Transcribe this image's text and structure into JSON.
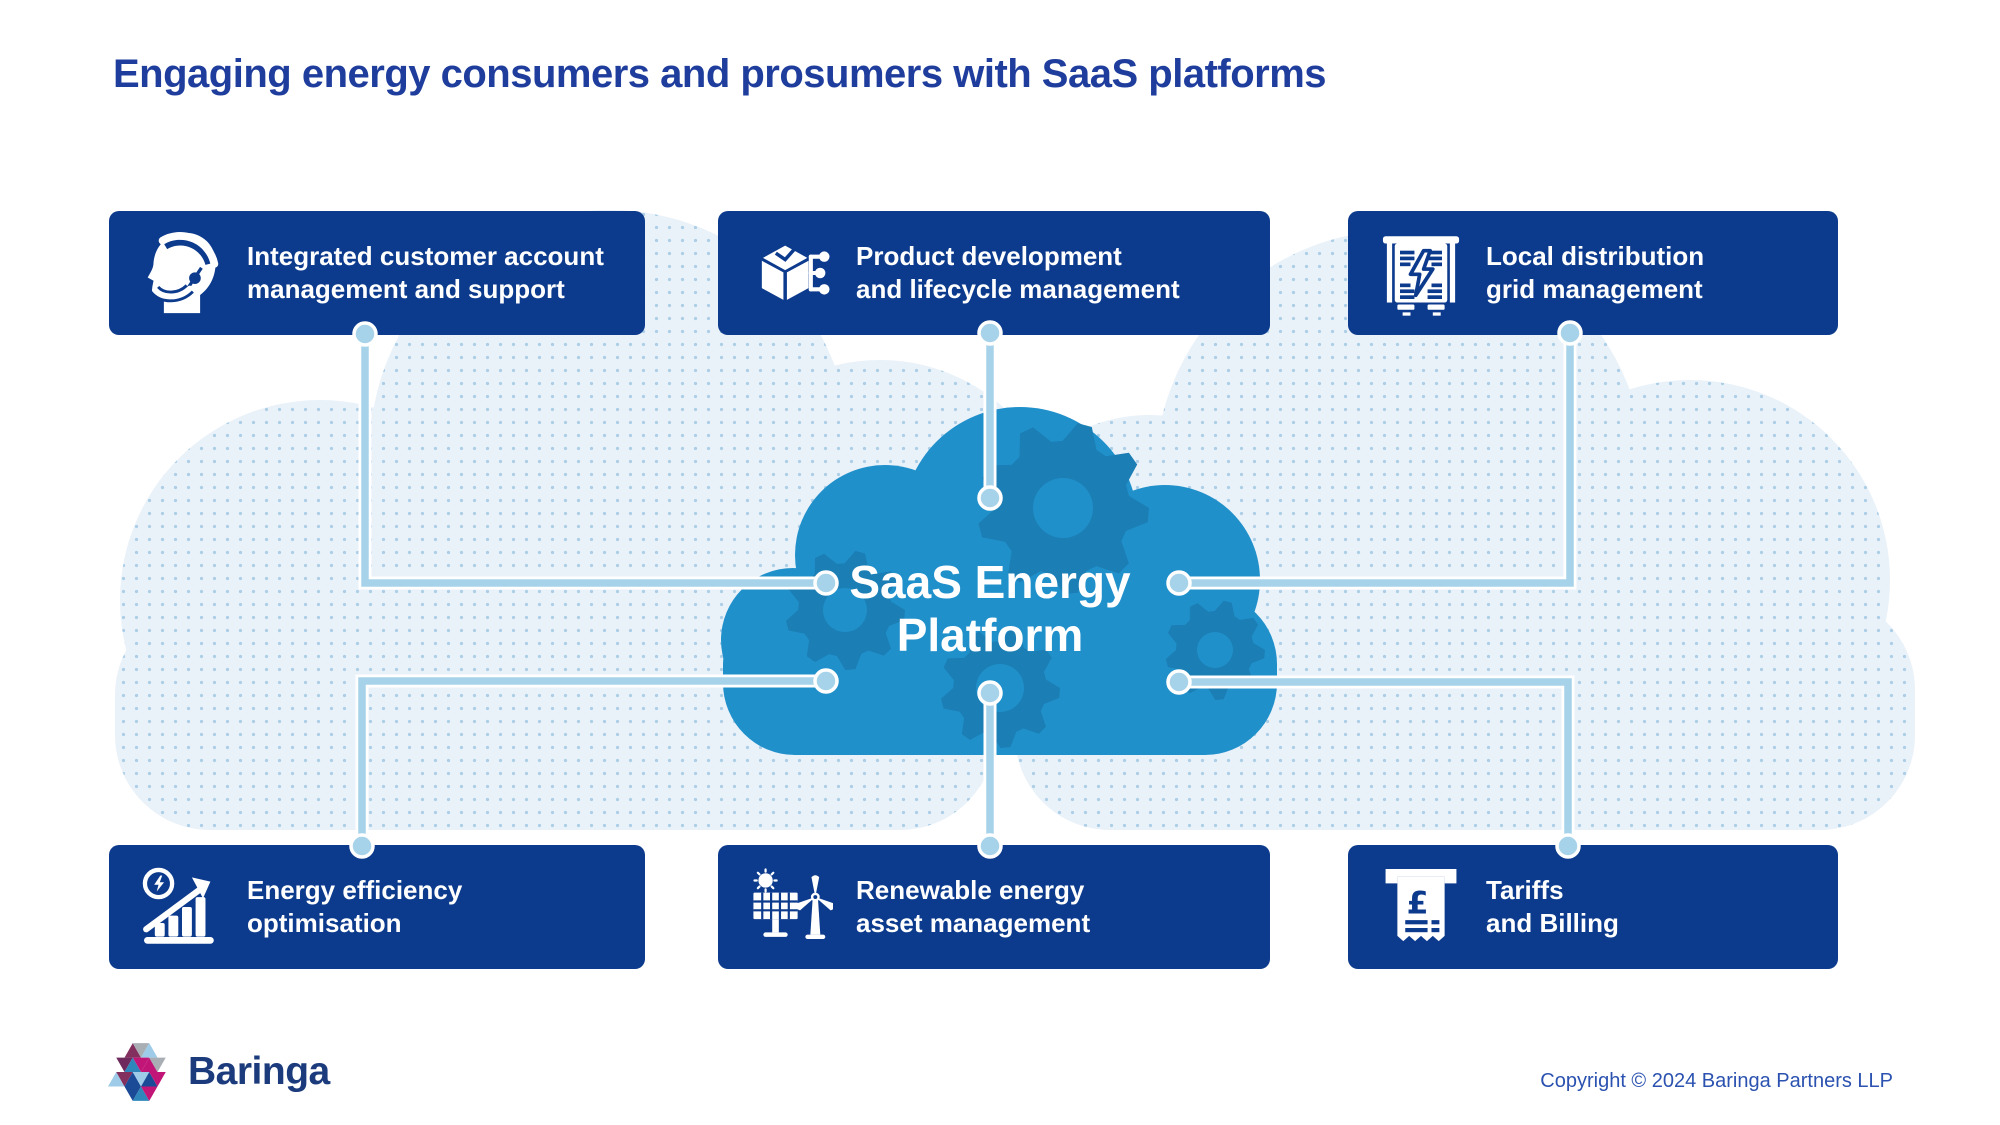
{
  "title": "Engaging energy consumers and prosumers with SaaS platforms",
  "cloud": {
    "line1": "SaaS Energy",
    "line2": "Platform"
  },
  "boxes": [
    {
      "icon": "headset-icon",
      "line1": "Integrated customer account",
      "line2": "management and support"
    },
    {
      "icon": "cube-network-icon",
      "line1": "Product development",
      "line2": "and lifecycle management"
    },
    {
      "icon": "transformer-grid-icon",
      "line1": "Local distribution",
      "line2": "grid management"
    },
    {
      "icon": "efficiency-growth-icon",
      "line1": "Energy efficiency",
      "line2": "optimisation"
    },
    {
      "icon": "solar-wind-icon",
      "line1": "Renewable energy",
      "line2": "asset management"
    },
    {
      "icon": "billing-receipt-icon",
      "line1": "Tariffs",
      "line2": "and Billing"
    }
  ],
  "footer": {
    "brand": "Baringa",
    "copyright": "Copyright © 2024 Baringa Partners LLP"
  },
  "colors": {
    "box_navy": "#0c3a8c",
    "cloud_blue": "#2090cb",
    "gear_blue": "#1b7eb4",
    "connector_blue": "#a6d3e9",
    "background_cloud": "#e9f1f9",
    "title_blue": "#1e3d9c"
  }
}
